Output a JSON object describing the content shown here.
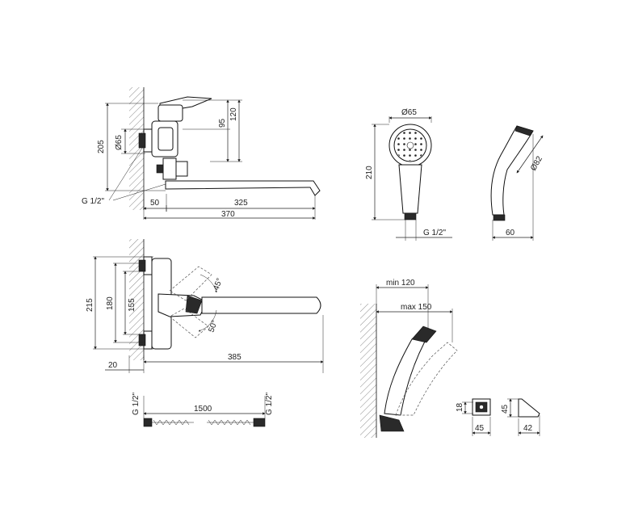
{
  "views": {
    "side_view": {
      "dims": {
        "h205": "205",
        "d65": "Ø65",
        "h95": "95",
        "h120": "120",
        "thread": "G 1/2\"",
        "w50": "50",
        "w325": "325",
        "w370": "370"
      }
    },
    "hand_shower_front": {
      "dims": {
        "d65": "Ø65",
        "h210": "210",
        "thread": "G 1/2\""
      }
    },
    "hand_shower_side": {
      "dims": {
        "d82": "Ø82",
        "w60": "60"
      }
    },
    "top_view": {
      "dims": {
        "h215": "215",
        "h180": "180",
        "h155": "155",
        "a45": "45°",
        "a50": "50°",
        "w20": "20",
        "w385": "385"
      }
    },
    "holder_view": {
      "dims": {
        "min120": "min 120",
        "max150": "max 150"
      }
    },
    "hose": {
      "dims": {
        "thread_left": "G 1/2\"",
        "length": "1500",
        "thread_right": "G 1/2\""
      }
    },
    "wall_bracket_front": {
      "dims": {
        "h18": "18",
        "w45": "45"
      }
    },
    "wall_bracket_side": {
      "dims": {
        "h45": "45",
        "w42": "42"
      }
    }
  }
}
